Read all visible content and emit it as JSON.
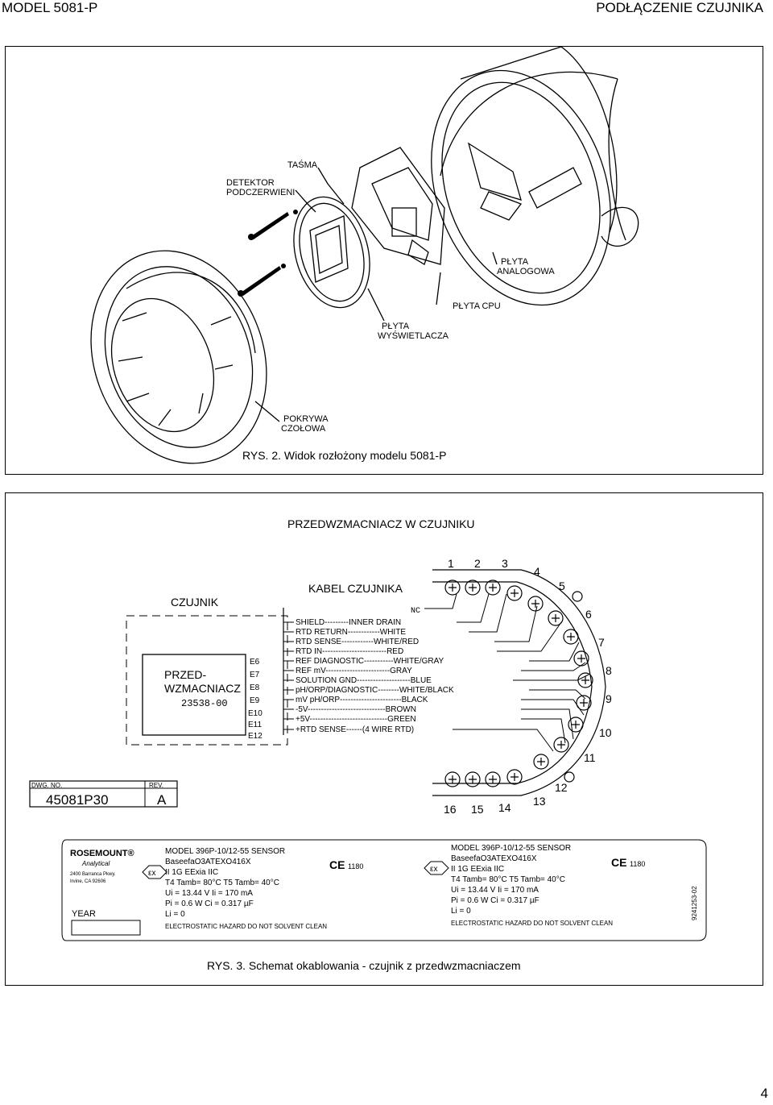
{
  "header": {
    "left": "MODEL 5081-P",
    "right": "PODŁĄCZENIE CZUJNIKA"
  },
  "fig2": {
    "labels": {
      "tasma": "TAŚMA",
      "detektor1": "DETEKTOR",
      "detektor2": "PODCZERWIENI",
      "plyta_analog1": "PŁYTA",
      "plyta_analog2": "ANALOGOWA",
      "plyta_cpu": "PŁYTA CPU",
      "plyta_wys1": "PŁYTA",
      "plyta_wys2": "WYŚWIETLACZA",
      "pokrywa1": "POKRYWA",
      "pokrywa2": "CZOŁOWA"
    },
    "caption": "RYS. 2. Widok rozłożony modelu 5081-P"
  },
  "fig3": {
    "title": "PRZEDWZMACNIACZ W CZUJNIKU",
    "czujnik": "CZUJNIK",
    "kabel": "KABEL CZUJNIKA",
    "preamp1": "PRZED-",
    "preamp2": "WZMACNIACZ",
    "preamp_part": "23538-00",
    "pins": [
      "E6",
      "E7",
      "E8",
      "E9",
      "E10",
      "E11",
      "E12"
    ],
    "nc": "NC",
    "wires": [
      "SHIELD---------INNER DRAIN",
      "RTD RETURN------------WHITE",
      "RTD SENSE------------WHITE/RED",
      "RTD IN------------------------RED",
      "REF DIAGNOSTIC-----------WHITE/GRAY",
      "REF mV------------------------GRAY",
      "SOLUTION GND--------------------BLUE",
      "pH/ORP/DIAGNOSTIC--------WHITE/BLACK",
      "mV pH/ORP-----------------------BLACK",
      "-5V-----------------------------BROWN",
      "+5V-----------------------------GREEN",
      "+RTD SENSE------(4 WIRE RTD)"
    ],
    "terminal_numbers": [
      "1",
      "2",
      "3",
      "4",
      "5",
      "6",
      "7",
      "8",
      "9",
      "10",
      "11",
      "12",
      "13",
      "14",
      "15",
      "16"
    ],
    "dwg_label": "DWG. NO.",
    "dwg_value": "45081P30",
    "rev_label": "REV.",
    "rev_value": "A",
    "nameplate": {
      "brand": "ROSEMOUNT®",
      "brand_sub": "Analytical",
      "addr1": "2400 Barranca Pkwy.",
      "addr2": "Irvine, CA 92606",
      "year_label": "YEAR",
      "ex_mark": "εx",
      "ce_mark": "CE",
      "ce_num": "1180",
      "left_lines": [
        "MODEL 396P-10/12-55 SENSOR",
        "BaseefaO3ATEXO416X",
        "II 1G EExia IIC",
        "T4 Tamb= 80°C T5 Tamb= 40°C",
        "Ui = 13.44 V     Ii = 170 mA",
        "Pi = 0.6 W       Ci = 0.317 µF",
        "Li = 0",
        "ELECTROSTATIC HAZARD DO NOT SOLVENT CLEAN"
      ],
      "right_lines": [
        "MODEL 396P-10/12-55 SENSOR",
        "BaseefaO3ATEXO416X",
        "II 1G EExia IIC",
        "T4 Tamb= 80°C T5 Tamb= 40°C",
        "Ui = 13.44 V     Ii = 170 mA",
        "Pi = 0.6 W       Ci = 0.317 µF",
        "Li = 0",
        "ELECTROSTATIC HAZARD DO NOT SOLVENT CLEAN"
      ],
      "doc_no": "9241253-02"
    },
    "caption": "RYS. 3. Schemat okablowania - czujnik z przedwzmacniaczem"
  },
  "page_number": "4"
}
